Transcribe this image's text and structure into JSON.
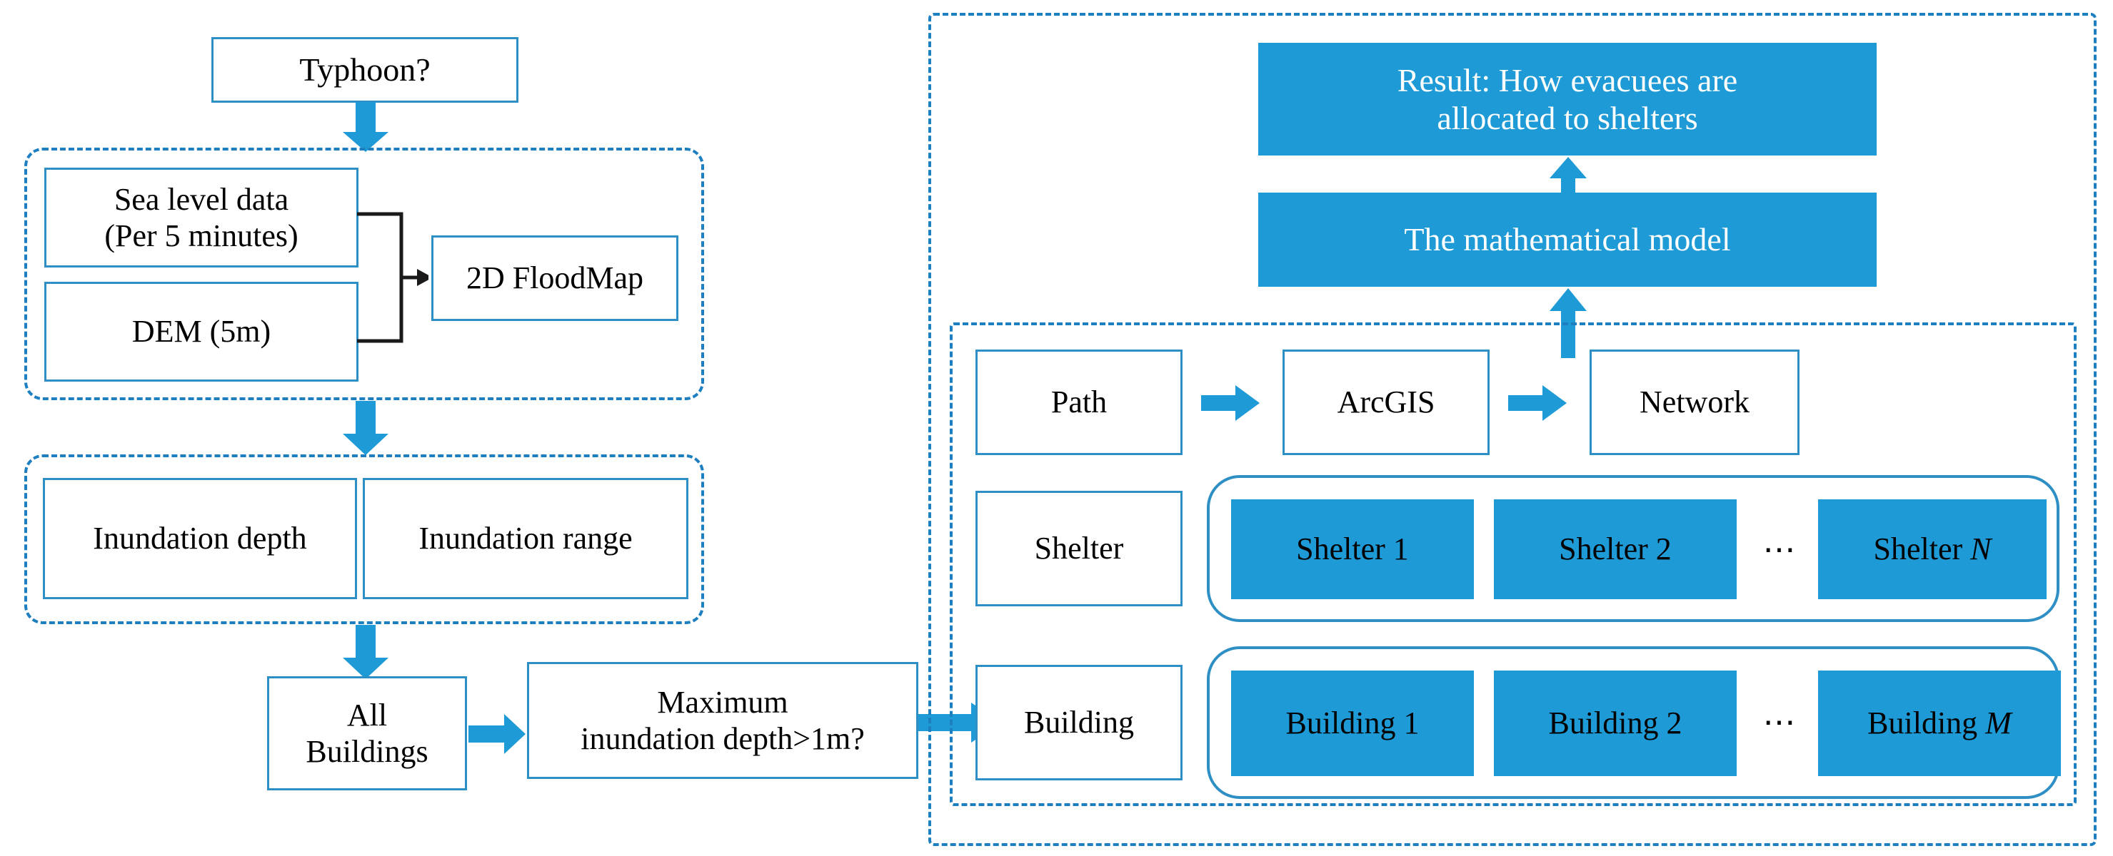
{
  "diagram": {
    "title": "Typhoon flood evacuation shelter allocation workflow",
    "accent_color": "#1E9AD6",
    "border_color": "#2E8FC4",
    "dash_color": "#1E7FC0"
  },
  "left_panel": {
    "typhoon": "Typhoon?",
    "data_group": {
      "sea_level_line1": "Sea level data",
      "sea_level_line2": "(Per 5 minutes)",
      "dem": "DEM (5m)",
      "floodmap": "2D FloodMap"
    },
    "inundation_group": {
      "depth": "Inundation depth",
      "range": "Inundation range"
    },
    "all_buildings_line1": "All",
    "all_buildings_line2": "Buildings",
    "decision_line1": "Maximum",
    "decision_line2": "inundation depth>1m?"
  },
  "right_panel": {
    "result_line1": "Result: How evacuees are",
    "result_line2": "allocated to shelters",
    "model": "The mathematical model",
    "network_row": {
      "path": "Path",
      "arcgis": "ArcGIS",
      "network": "Network"
    },
    "shelter_row": {
      "label": "Shelter",
      "items": [
        "Shelter 1",
        "Shelter 2",
        "Shelter N"
      ],
      "ellipsis": "⋯"
    },
    "building_row": {
      "label": "Building",
      "items": [
        "Building 1",
        "Building 2",
        "Building M"
      ],
      "ellipsis": "⋯"
    }
  }
}
